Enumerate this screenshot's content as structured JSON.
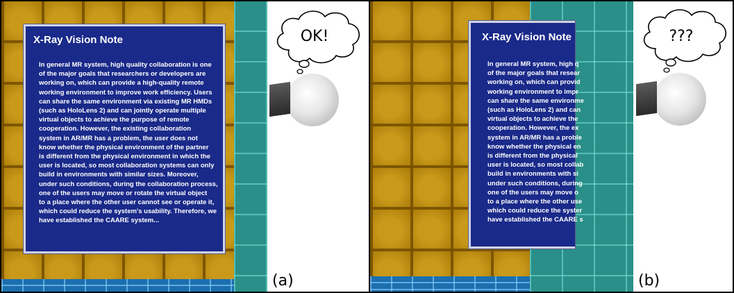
{
  "panels": [
    {
      "note": {
        "title": "X-Ray Vision Note",
        "lines": [
          "In general MR system, high quality collaboration is one",
          "of the major goals that researchers or developers are",
          "working on, which can provide a high-quality remote",
          "working environment to improve work efficiency. Users",
          "can share the same environment via existing MR HMDs",
          "(such as HoloLens 2) and can jointly operate multiple",
          "virtual objects to achieve the purpose of remote",
          "cooperation. However, the existing collaboration",
          "system in AR/MR has a problem, the user does not",
          "know whether the physical environment of the partner",
          "is different from the physical environment in which the",
          "user is located, so most collaboration systems can only",
          "build in environments with similar sizes. Moreover,",
          "under such conditions, during the collaboration process,",
          "one of the users may move or rotate the virtual object",
          "to a place where the other user cannot see or operate it,",
          "which could reduce the system's usability. Therefore, we",
          "have established the CAARE system..."
        ]
      },
      "bubble_text": "OK!",
      "caption": "(a)"
    },
    {
      "note": {
        "title": "X-Ray Vision Note",
        "lines": [
          "In general MR system, high q",
          "of the major goals that resear",
          "working on, which can provid",
          "working environment to impr",
          "can share the same environme",
          "(such as HoloLens 2) and can",
          "virtual objects to achieve the",
          "cooperation. However, the ex",
          "system in AR/MR has a proble",
          "know whether the physical en",
          "is different from the physical",
          "user is located, so most collab",
          "build in environments with si",
          "under such conditions, during",
          "one of the users may move o",
          "to a place where the other use",
          "which could reduce the syster",
          "have established the CAARE s"
        ]
      },
      "bubble_text": "???",
      "caption": "(b)"
    }
  ],
  "colors": {
    "note_bg": "#1a2a8a",
    "solar_panel": "#b8860b",
    "teal_wall": "#2a8f88",
    "floor": "#1c6fae"
  }
}
